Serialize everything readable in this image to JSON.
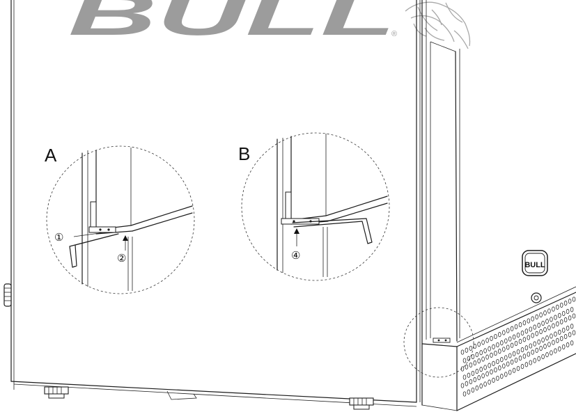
{
  "logo": {
    "brand": "BULL",
    "registered_mark": "®"
  },
  "badge": {
    "text": "BULL"
  },
  "callouts": {
    "detail_a": "A",
    "detail_b": "B"
  },
  "markers": {
    "one": "①",
    "two": "②",
    "four": "④"
  },
  "colors": {
    "line": "#1b1b1b",
    "logo_gray": "#9c9c9c",
    "background": "#ffffff"
  }
}
